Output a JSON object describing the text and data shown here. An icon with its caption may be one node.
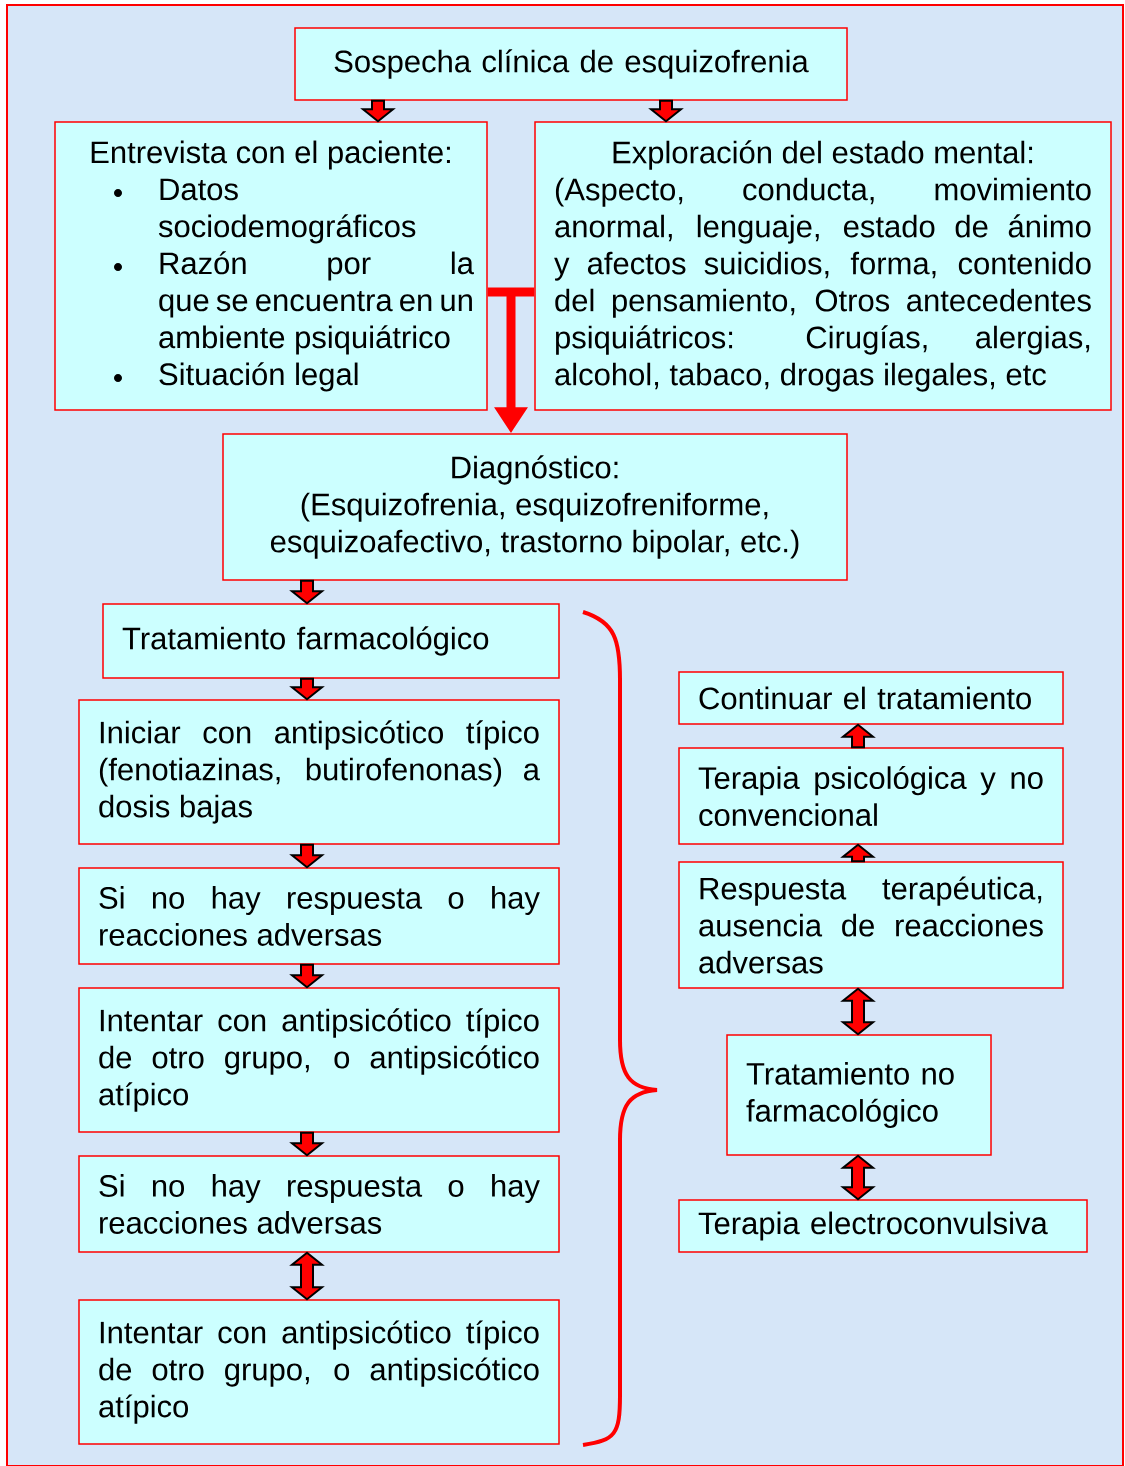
{
  "diagram": {
    "nodes": [
      {
        "text": [
          "Sospecha clínica de esquizofrenia"
        ]
      },
      {
        "text": [
          "Entrevista con el paciente:",
          "Datos sociodemográficos",
          "Razón por la que se encuentra en un ambiente psiquiátrico",
          "Situación legal"
        ]
      },
      {
        "text": [
          "Exploración del estado mental:",
          "(Aspecto, conducta, movimiento anormal, lenguaje, estado de ánimo y afectos suicidios, forma, contenido del pensamiento, Otros antecedentes psiquiátricos: Cirugías, alergias, alcohol, tabaco, drogas ilegales, etc"
        ]
      },
      {
        "text": [
          "Diagnóstico:",
          "(Esquizofrenia, esquizofreniforme, esquizoafectivo, trastorno bipolar, etc.)"
        ]
      },
      {
        "text": [
          "Tratamiento farmacológico"
        ]
      },
      {
        "text": [
          "Iniciar con antipsicótico típico (fenotiazinas, butirofenonas) a dosis bajas"
        ]
      },
      {
        "text": [
          "Si no hay respuesta o hay reacciones adversas"
        ]
      },
      {
        "text": [
          "Intentar con antipsicótico típico de otro grupo, o antipsicótico atípico"
        ]
      },
      {
        "text": [
          "Si no hay respuesta o hay reacciones adversas"
        ]
      },
      {
        "text": [
          "Intentar con antipsicótico típico de otro grupo, o antipsicótico atípico"
        ]
      },
      {
        "text": [
          "Continuar el tratamiento"
        ]
      },
      {
        "text": [
          "Terapia psicológica y no convencional"
        ]
      },
      {
        "text": [
          "Respuesta terapéutica, ausencia de reacciones adversas"
        ]
      },
      {
        "text": [
          "Tratamiento no farmacológico"
        ]
      },
      {
        "text": [
          "Terapia electroconvulsiva"
        ]
      }
    ],
    "edges": [
      {
        "from": 0,
        "to": 1,
        "arrow": "to"
      },
      {
        "from": 0,
        "to": 2,
        "arrow": "to"
      },
      {
        "from": 1,
        "to": 3,
        "arrow": "to"
      },
      {
        "from": 2,
        "to": 3,
        "arrow": "to"
      },
      {
        "from": 3,
        "to": 4,
        "arrow": "to"
      },
      {
        "from": 4,
        "to": 5,
        "arrow": "to"
      },
      {
        "from": 5,
        "to": 6,
        "arrow": "to"
      },
      {
        "from": 6,
        "to": 7,
        "arrow": "to"
      },
      {
        "from": 7,
        "to": 8,
        "arrow": "to"
      },
      {
        "from": 8,
        "to": 9,
        "arrow": "both"
      },
      {
        "from": 11,
        "to": 10,
        "arrow": "to"
      },
      {
        "from": 12,
        "to": 11,
        "arrow": "to"
      },
      {
        "from": 12,
        "to": 13,
        "arrow": "both"
      },
      {
        "from": 13,
        "to": 14,
        "arrow": "both"
      }
    ]
  }
}
